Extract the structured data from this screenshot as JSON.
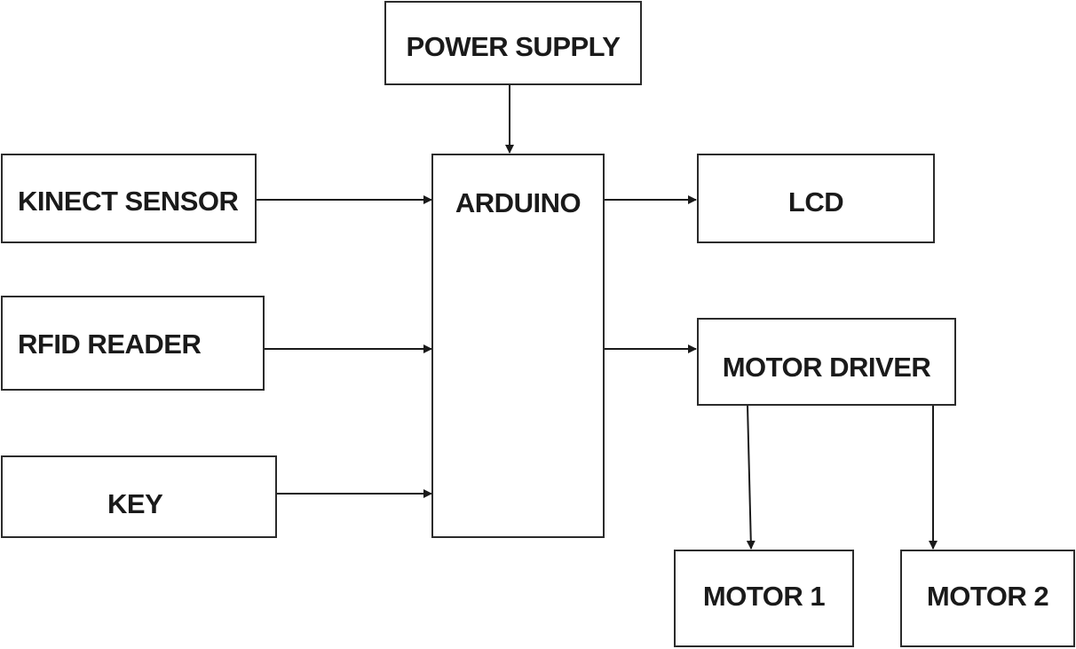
{
  "blocks": {
    "power_supply": "POWER SUPPLY",
    "kinect_sensor": "KINECT SENSOR",
    "rfid_reader": "RFID READER",
    "key": "KEY",
    "arduino": "ARDUINO",
    "lcd": "LCD",
    "motor_driver": "MOTOR DRIVER",
    "motor_1": "MOTOR 1",
    "motor_2": "MOTOR 2"
  },
  "connections": [
    {
      "from": "power_supply",
      "to": "arduino"
    },
    {
      "from": "kinect_sensor",
      "to": "arduino"
    },
    {
      "from": "rfid_reader",
      "to": "arduino"
    },
    {
      "from": "key",
      "to": "arduino"
    },
    {
      "from": "arduino",
      "to": "lcd"
    },
    {
      "from": "arduino",
      "to": "motor_driver"
    },
    {
      "from": "motor_driver",
      "to": "motor_1"
    },
    {
      "from": "motor_driver",
      "to": "motor_2"
    }
  ]
}
